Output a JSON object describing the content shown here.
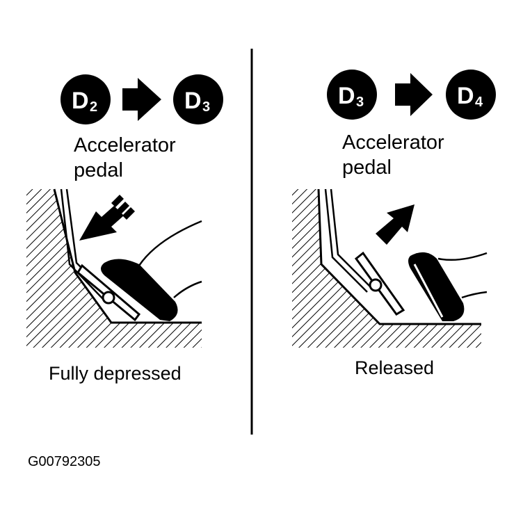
{
  "left_panel": {
    "from_gear": {
      "letter": "D",
      "number": "2"
    },
    "to_gear": {
      "letter": "D",
      "number": "3"
    },
    "label_line1": "Accelerator",
    "label_line2": "pedal",
    "caption": "Fully depressed"
  },
  "right_panel": {
    "from_gear": {
      "letter": "D",
      "number": "3"
    },
    "to_gear": {
      "letter": "D",
      "number": "4"
    },
    "label_line1": "Accelerator",
    "label_line2": "pedal",
    "caption": "Released"
  },
  "figure_id": "G00792305"
}
